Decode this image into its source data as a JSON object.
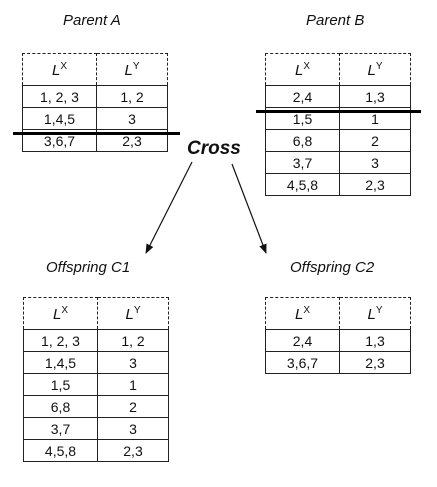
{
  "header_x": "L",
  "header_y": "L",
  "sup_x": "X",
  "sup_y": "Y",
  "cross_label": "Cross",
  "tables": {
    "parent_a": {
      "title": "Parent A",
      "rows": [
        [
          "1, 2, 3",
          "1, 2"
        ],
        [
          "1,4,5",
          "3"
        ],
        [
          "3,6,7",
          "2,3"
        ]
      ]
    },
    "parent_b": {
      "title": "Parent B",
      "rows": [
        [
          "2,4",
          "1,3"
        ],
        [
          "1,5",
          "1"
        ],
        [
          "6,8",
          "2"
        ],
        [
          "3,7",
          "3"
        ],
        [
          "4,5,8",
          "2,3"
        ]
      ]
    },
    "offspring_c1": {
      "title": "Offspring C1",
      "rows": [
        [
          "1, 2, 3",
          "1, 2"
        ],
        [
          "1,4,5",
          "3"
        ],
        [
          "1,5",
          "1"
        ],
        [
          "6,8",
          "2"
        ],
        [
          "3,7",
          "3"
        ],
        [
          "4,5,8",
          "2,3"
        ]
      ]
    },
    "offspring_c2": {
      "title": "Offspring C2",
      "rows": [
        [
          "2,4",
          "1,3"
        ],
        [
          "3,6,7",
          "2,3"
        ]
      ]
    }
  }
}
